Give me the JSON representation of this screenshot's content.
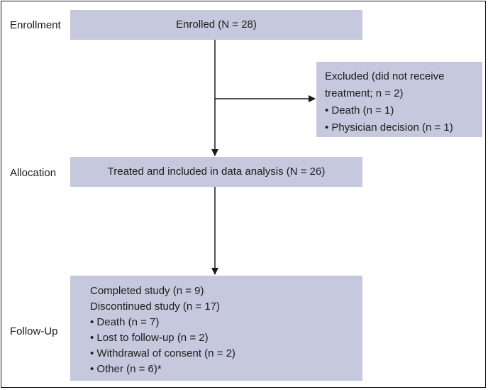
{
  "stages": {
    "enrollment": "Enrollment",
    "allocation": "Allocation",
    "follow_up": "Follow-Up"
  },
  "boxes": {
    "enrolled": "Enrolled (N = 28)",
    "excluded": {
      "lines": [
        "Excluded (did not receive",
        "treatment; n = 2)",
        "• Death (n = 1)",
        "• Physician decision (n = 1)"
      ]
    },
    "treated": "Treated and included in data analysis (N = 26)",
    "follow_up": {
      "lines": [
        "Completed study (n = 9)",
        "Discontinued study (n = 17)",
        "• Death (n = 7)",
        "• Lost to follow-up (n = 2)",
        "• Withdrawal of consent (n = 2)",
        "• Other (n = 6)*"
      ]
    }
  },
  "colors": {
    "box_fill": "#c6c8de",
    "arrow": "#1a1a1a",
    "text": "#1c1c1c"
  }
}
